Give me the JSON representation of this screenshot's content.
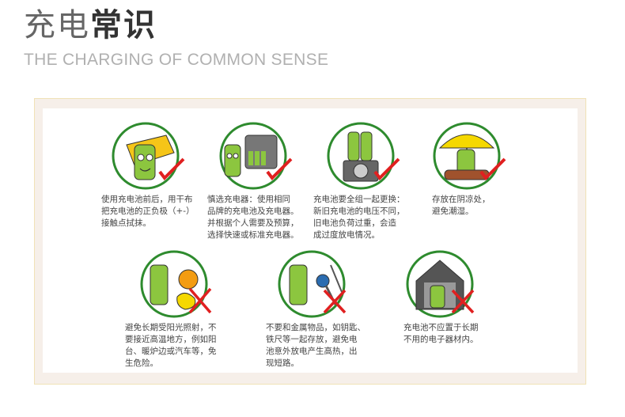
{
  "header": {
    "title_light": "充电",
    "title_bold": "常识",
    "subtitle": "THE CHARGING OF COMMON SENSE"
  },
  "tips": [
    {
      "icon": "battery-wipe-cloth-icon",
      "ok": true,
      "text": "使用充电池前后，用干布\n把充电池的正负极（+-）\n接触点拭抹。"
    },
    {
      "icon": "charger-selection-icon",
      "ok": true,
      "text": "慎选充电器：使用相同\n品牌的充电池及充电器。\n并根据个人需要及预算，\n选择快速或标准充电器。"
    },
    {
      "icon": "battery-replace-set-icon",
      "ok": true,
      "text": "充电池要全组一起更换：\n新旧充电池的电压不同，\n旧电池负荷过重，会造\n成过度放电情况。"
    },
    {
      "icon": "battery-umbrella-shade-icon",
      "ok": true,
      "text": "存放在阴凉处，\n避免潮湿。"
    },
    {
      "icon": "battery-sun-heat-icon",
      "ok": false,
      "text": "避免长期受阳光照射，不\n要接近高温地方，例如阳\n台、暖炉边或汽车等，免\n生危险。"
    },
    {
      "icon": "battery-metal-keys-icon",
      "ok": false,
      "text": "不要和金属物品，如钥匙、\n铁尺等一起存放，避免电\n池意外放电产生高热，出\n现短路。"
    },
    {
      "icon": "battery-idle-device-icon",
      "ok": false,
      "text": "充电池不应置于长期\n不用的电子器材内。"
    }
  ],
  "colors": {
    "ring": "#2e8b2e",
    "check": "#e02020",
    "cross": "#e02020",
    "battery": "#8cc63f",
    "panel": "#f6efe9"
  }
}
